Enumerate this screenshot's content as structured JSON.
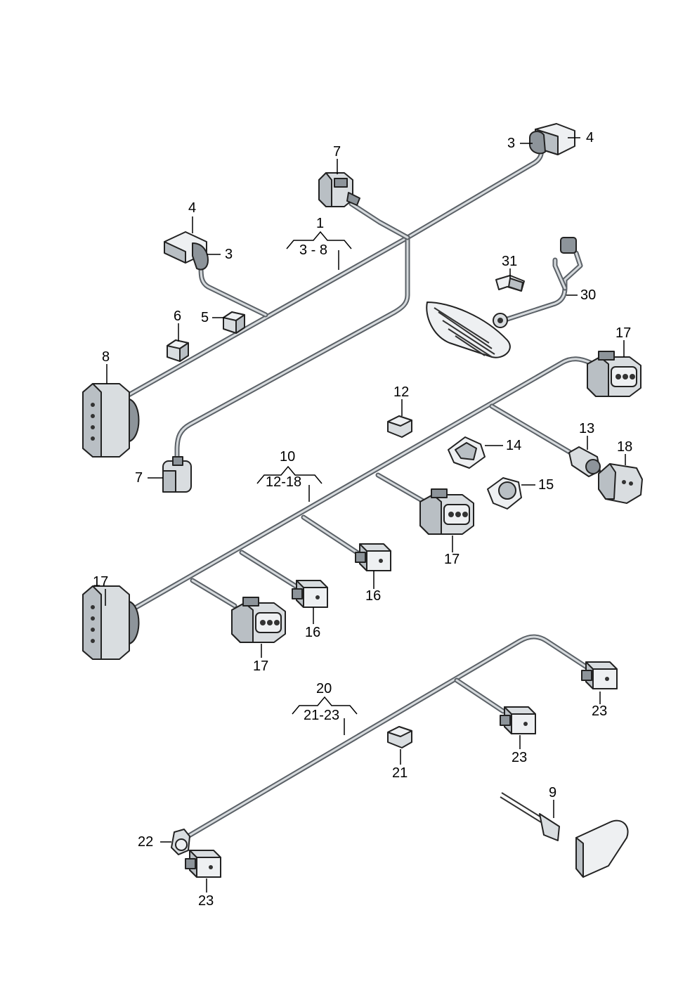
{
  "labels": {
    "n1": "1",
    "r3_8": "3 - 8",
    "n3a": "3",
    "n4a": "4",
    "n3b": "3",
    "n4b": "4",
    "n5": "5",
    "n6": "6",
    "n7a": "7",
    "n7b": "7",
    "n8": "8",
    "n9": "9",
    "n10": "10",
    "r12_18": "12-18",
    "n12": "12",
    "n13": "13",
    "n14": "14",
    "n15": "15",
    "n16a": "16",
    "n16b": "16",
    "n17a": "17",
    "n17b": "17",
    "n17c": "17",
    "n17d": "17",
    "n18": "18",
    "n20": "20",
    "r21_23": "21-23",
    "n21": "21",
    "n22": "22",
    "n23a": "23",
    "n23b": "23",
    "n23c": "23",
    "n30": "30",
    "n31": "31"
  }
}
